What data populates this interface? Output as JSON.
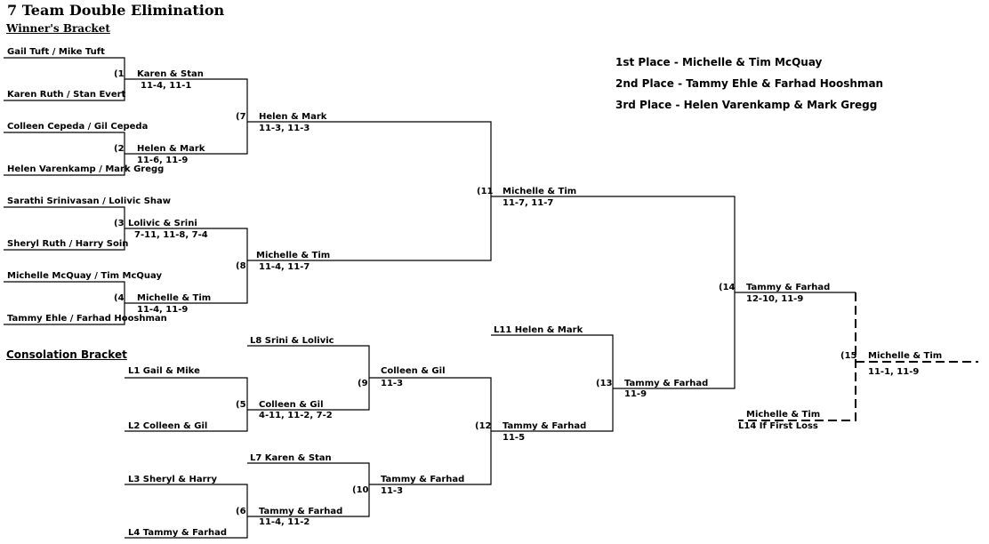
{
  "title": "7 Team Double Elimination",
  "winners_heading": "Winner's Bracket",
  "consolation_heading": "Consolation Bracket",
  "places": [
    "1st Place - Michelle & Tim McQuay",
    "2nd Place - Tammy Ehle & Farhad Hooshman",
    "3rd Place - Helen Varenkamp & Mark Gregg"
  ],
  "teams": [
    "Gail Tuft / Mike Tuft",
    "Karen Ruth / Stan Evert",
    "Colleen Cepeda / Gil Cepeda",
    "Helen Varenkamp / Mark Gregg",
    "Sarathi Srinivasan / Lolivic Shaw",
    "Sheryl Ruth / Harry Soin",
    "Michelle McQuay / Tim McQuay",
    "Tammy Ehle / Farhad Hooshman"
  ],
  "matches": {
    "m1": {
      "num": "(1",
      "winner": "Karen & Stan",
      "score": "11-4,  11-1"
    },
    "m2": {
      "num": "(2",
      "winner": "Helen & Mark",
      "score": "11-6, 11-9"
    },
    "m3": {
      "num": "(3",
      "winner": "Lolivic & Srini",
      "score": "7-11, 11-8, 7-4"
    },
    "m4": {
      "num": "(4",
      "winner": "Michelle & Tim",
      "score": "11-4, 11-9"
    },
    "m5": {
      "num": "(5",
      "winner": "Colleen & Gil",
      "score": "4-11, 11-2,  7-2"
    },
    "m6": {
      "num": "(6",
      "winner": "Tammy & Farhad",
      "score": "11-4, 11-2"
    },
    "m7": {
      "num": "(7",
      "winner": "Helen & Mark",
      "score": "11-3, 11-3"
    },
    "m8": {
      "num": "(8",
      "winner": "Michelle & Tim",
      "score": "11-4, 11-7"
    },
    "m9": {
      "num": "(9",
      "winner": "Colleen & Gil",
      "score": "11-3"
    },
    "m10": {
      "num": "(10",
      "winner": "Tammy & Farhad",
      "score": "11-3"
    },
    "m11": {
      "num": "(11",
      "winner": "Michelle & Tim",
      "score": "11-7, 11-7"
    },
    "m12": {
      "num": "(12",
      "winner": "Tammy & Farhad",
      "score": "11-5"
    },
    "m13": {
      "num": "(13",
      "winner": "Tammy & Farhad",
      "score": "11-9"
    },
    "m14": {
      "num": "(14",
      "winner": "Tammy & Farhad",
      "score": "12-10, 11-9"
    },
    "m15": {
      "num": "(15",
      "winner": "Michelle & Tim",
      "score": "11-1, 11-9"
    }
  },
  "losers": {
    "l1": "L1   Gail & Mike",
    "l2": "L2   Colleen & Gil",
    "l3": "L3   Sheryl & Harry",
    "l4": "L4   Tammy & Farhad",
    "l7": "L7   Karen & Stan",
    "l8": "L8   Srini & Lolivic",
    "l11": "L11   Helen & Mark",
    "l14_team": "Michelle & Tim",
    "l14_note": "L14 If First Loss"
  }
}
